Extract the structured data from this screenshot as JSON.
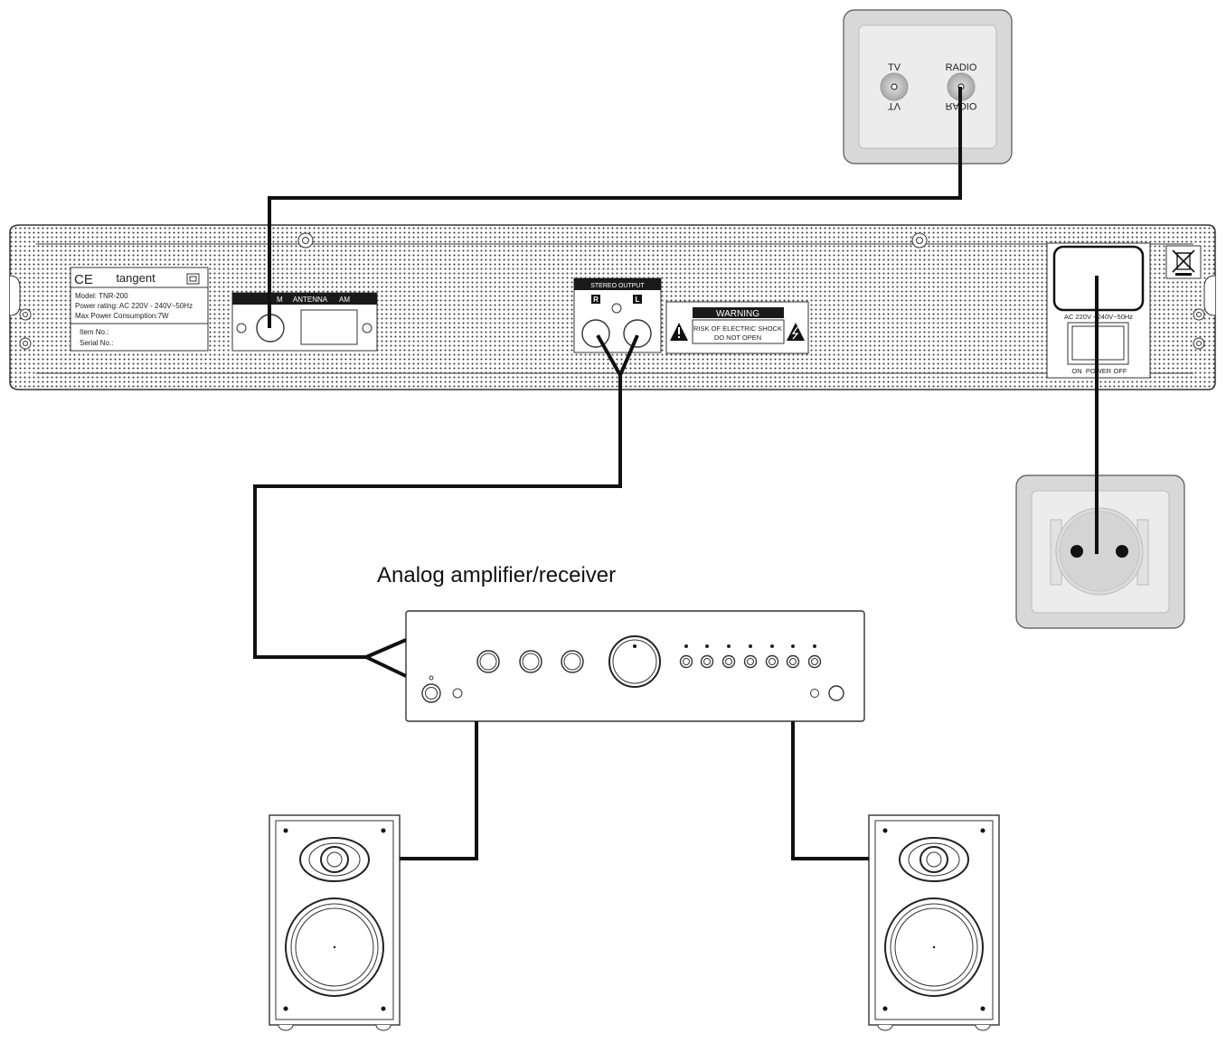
{
  "caption": "Analog  amplifier/receiver",
  "wall_antenna": {
    "tv_label": "TV",
    "radio_label": "RADIO",
    "tv_label_mirror": "TV",
    "radio_label_mirror": "RADIO"
  },
  "rating_label": {
    "ce_mark": "CE",
    "brand": "tangent",
    "model": "Model: TNR-200",
    "power_rating": "Power rating: AC 220V - 240V~50Hz",
    "max_power": "Max Power Consumption:7W",
    "item_no": "Item No.:",
    "serial_no": "Serial No.:"
  },
  "antenna_panel": {
    "fm_label": "M",
    "antenna_label": "ANTENNA",
    "am_label": "AM"
  },
  "stereo_output": {
    "title": "STEREO OUTPUT",
    "right_label": "R",
    "left_label": "L"
  },
  "warning_label": {
    "title": "WARNING",
    "line1": "RISK OF ELECTRIC SHOCK",
    "line2": "DO NOT OPEN"
  },
  "power_section": {
    "rating": "AC 220V - 240V~50Hz",
    "on": "ON",
    "power": "POWER",
    "off": "OFF"
  }
}
